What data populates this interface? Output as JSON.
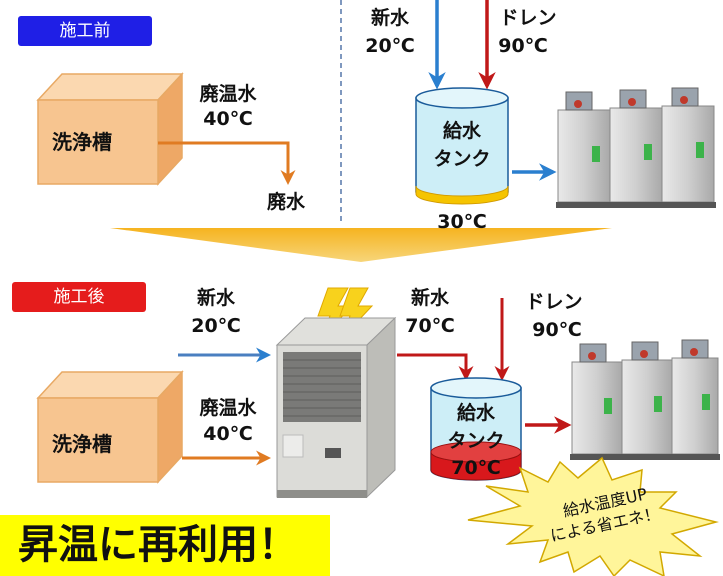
{
  "before": {
    "badge": "施工前",
    "tank_label": "洗浄槽",
    "waste_hot_water": "廃温水",
    "waste_temp": "40℃",
    "waste_water": "廃水",
    "fresh_water": "新水",
    "fresh_temp": "20℃",
    "drain": "ドレン",
    "drain_temp": "90℃",
    "feed_tank_line1": "給水",
    "feed_tank_line2": "タンク",
    "feed_temp": "30℃"
  },
  "after": {
    "badge": "施工後",
    "fresh_water": "新水",
    "fresh_temp": "20℃",
    "tank_label": "洗浄槽",
    "waste_hot_water": "廃温水",
    "waste_temp": "40℃",
    "heated_water": "新水",
    "heated_temp": "70℃",
    "drain": "ドレン",
    "drain_temp": "90℃",
    "feed_tank_line1": "給水",
    "feed_tank_line2": "タンク",
    "feed_temp": "70℃",
    "callout_line1": "給水温度UP",
    "callout_line2": "による省エネ！"
  },
  "banner": "昇温に再利用！",
  "colors": {
    "before_badge": "#1f1fe6",
    "after_badge": "#e51c1c",
    "orange_arrow": "#e07b22",
    "blue_arrow": "#2a7fcf",
    "red_arrow": "#c01818",
    "tank_fill": "#cdeef7",
    "box_fill": "#f7c590",
    "banner": "#ffff00"
  }
}
